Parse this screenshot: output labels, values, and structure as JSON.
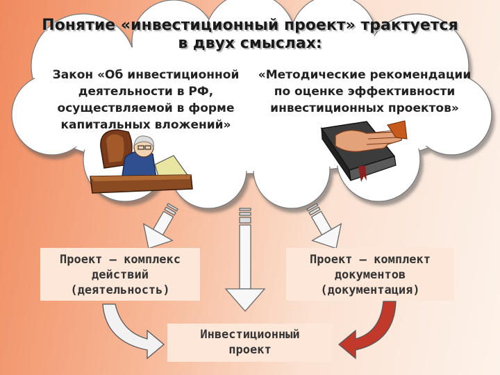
{
  "title": {
    "line1": "Понятие «инвестиционный проект» трактуется",
    "line2": "в двух смыслах:"
  },
  "left_source": {
    "line1": "Закон «Об инвестиционной",
    "line2": "деятельности в РФ,",
    "line3": "осуществляемой в форме",
    "line4": "капитальных вложений»"
  },
  "right_source": {
    "line1": "«Методические рекомендации",
    "line2": "по оценке эффективности",
    "line3": "инвестиционных проектов»"
  },
  "box_left": {
    "line1": "Проект – комплекс",
    "line2": "действий",
    "line3": "(деятельность)"
  },
  "box_right": {
    "line1": "Проект – комплект",
    "line2": "документов",
    "line3": "(документация)"
  },
  "box_center": {
    "line1": "Инвестиционный",
    "line2": "проект"
  },
  "colors": {
    "background_left": "#f08a5e",
    "background_right": "#fdf2ea",
    "cloud_fill": "#ffffff",
    "box_fill": "#fde7d8",
    "arrow_fill": "#f7f7f7"
  },
  "icons": [
    "judge-clipart-icon",
    "hand-on-book-clipart-icon"
  ]
}
